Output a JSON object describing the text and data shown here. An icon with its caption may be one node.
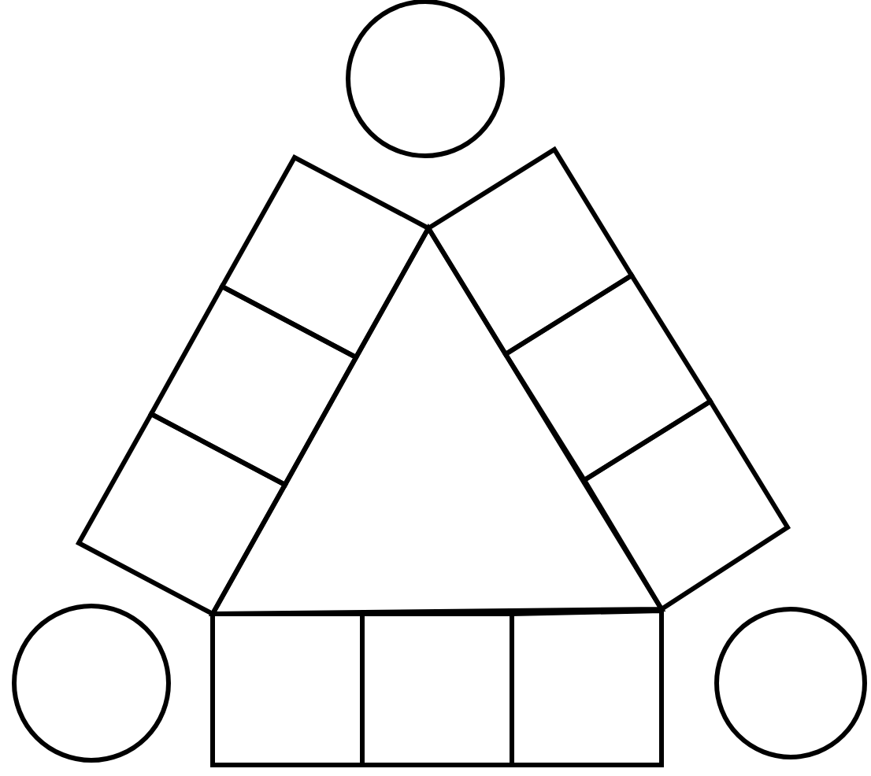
{
  "diagram": {
    "nodes": [
      {
        "text": [],
        "shape": "circle"
      },
      {
        "text": [],
        "shape": "box"
      },
      {
        "text": [],
        "shape": "box"
      },
      {
        "text": [],
        "shape": "triangle"
      },
      {
        "text": [],
        "shape": "box"
      },
      {
        "text": [],
        "shape": "box"
      },
      {
        "text": [],
        "shape": "box"
      },
      {
        "text": [],
        "shape": "box"
      },
      {
        "text": [],
        "shape": "circle"
      },
      {
        "text": [],
        "shape": "box"
      },
      {
        "text": [],
        "shape": "box"
      },
      {
        "text": [],
        "shape": "box"
      },
      {
        "text": [],
        "shape": "circle"
      }
    ]
  }
}
